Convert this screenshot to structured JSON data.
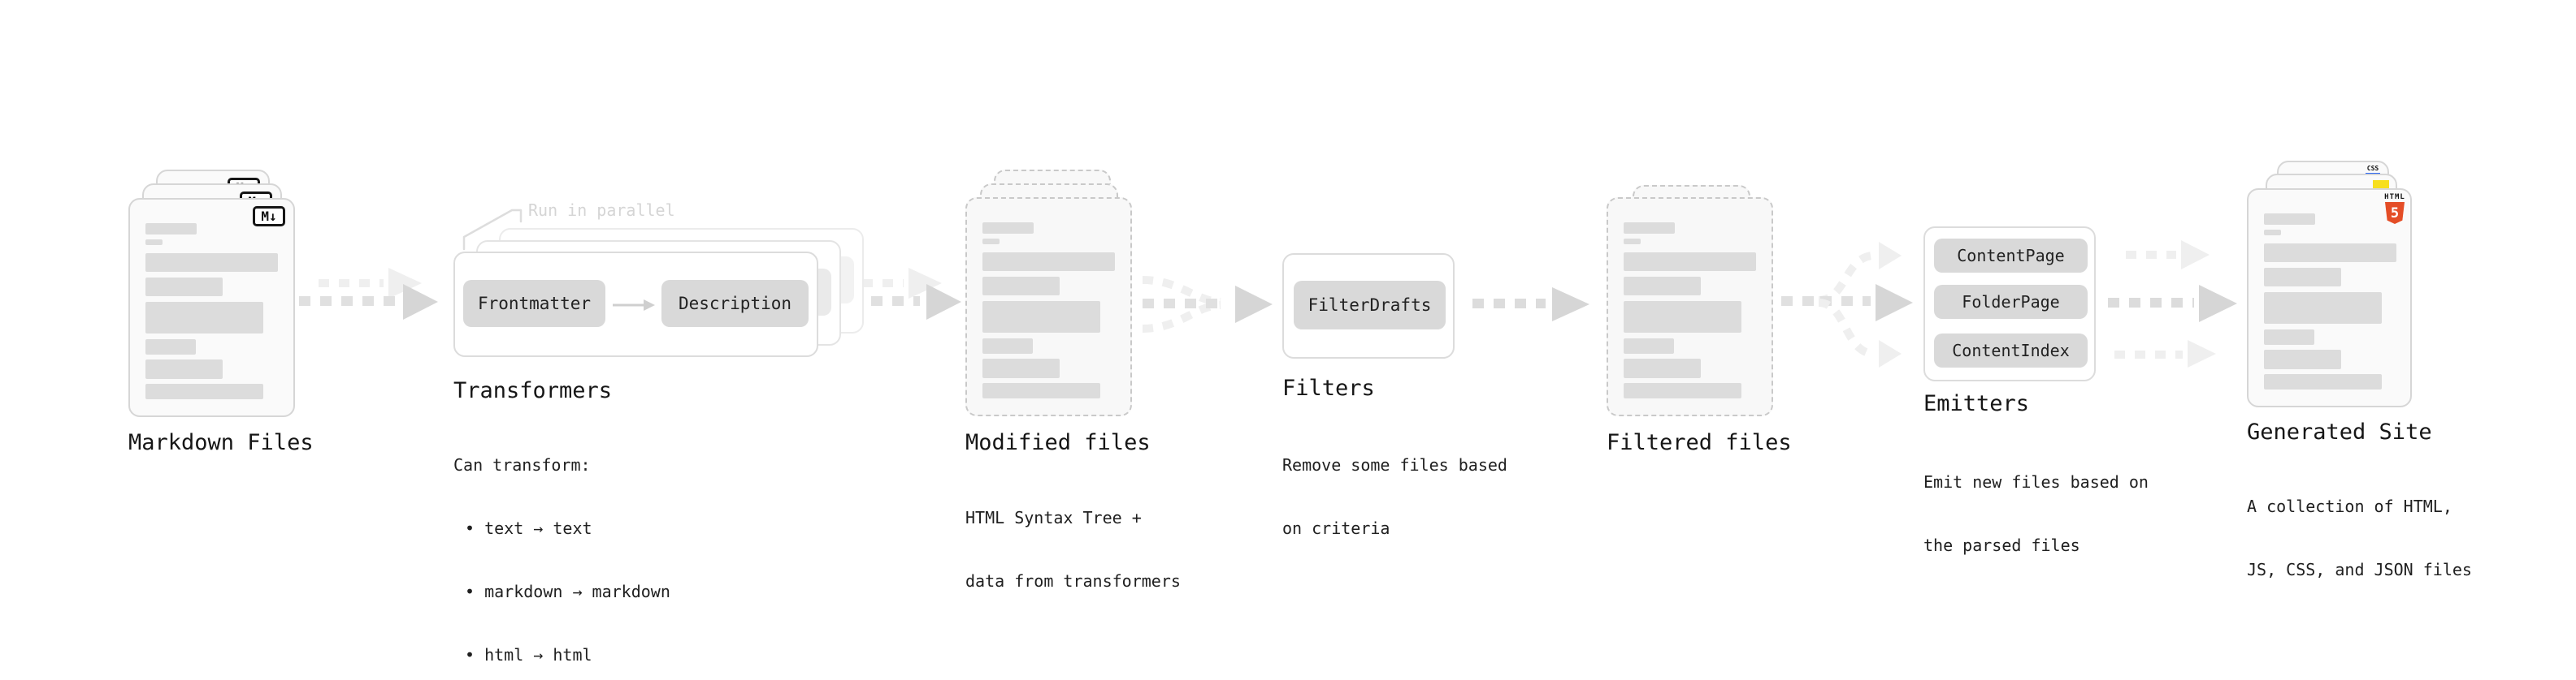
{
  "stages": {
    "markdown_files": {
      "title": "Markdown Files",
      "badge_icon": "M↓"
    },
    "transformers": {
      "title": "Transformers",
      "annotation": "Run in parallel",
      "pill_left": "Frontmatter",
      "pill_right": "Description",
      "desc_heading": "Can transform:",
      "bullets": [
        "• text → text",
        "• markdown → markdown",
        "• html → html"
      ]
    },
    "modified_files": {
      "title": "Modified files",
      "desc_lines": [
        "HTML Syntax Tree +",
        "data from transformers"
      ]
    },
    "filters": {
      "title": "Filters",
      "pill": "FilterDrafts",
      "desc_lines": [
        "Remove some files based",
        "on criteria"
      ]
    },
    "filtered_files": {
      "title": "Filtered files"
    },
    "emitters": {
      "title": "Emitters",
      "pills": [
        "ContentPage",
        "FolderPage",
        "ContentIndex"
      ],
      "desc_lines": [
        "Emit new files based on",
        "the parsed files"
      ]
    },
    "generated_site": {
      "title": "Generated Site",
      "desc_lines": [
        "A collection of HTML,",
        "JS, CSS, and JSON files"
      ],
      "html5_badge_word": "HTML",
      "html5_badge_number": "5",
      "css_badge": "CSS"
    }
  },
  "colors": {
    "html5_orange": "#e44d26",
    "js_yellow": "#f7df1e",
    "css_blue": "#2965f1",
    "ink": "#161616",
    "muted_gray": "#d5d5d5"
  }
}
